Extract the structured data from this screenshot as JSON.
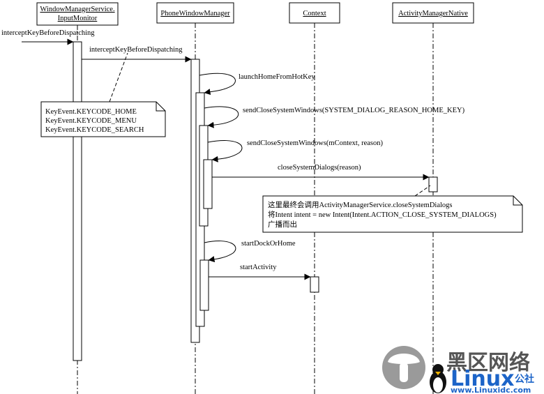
{
  "participants": [
    {
      "name_line1": "WindowManagerService.",
      "name_line2": "InputMonitor"
    },
    {
      "name_line1": "PhoneWindowManager"
    },
    {
      "name_line1": "Context"
    },
    {
      "name_line1": "ActivityManagerNative"
    }
  ],
  "messages": {
    "m1": "interceptKeyBeforeDispatching",
    "m2": "interceptKeyBeforeDispatching",
    "m3": "launchHomeFromHotKey",
    "m4": "sendCloseSystemWindows(SYSTEM_DIALOG_REASON_HOME_KEY)",
    "m5": "sendCloseSystemWindows(mContext, reason)",
    "m6": "closeSystemDialogs(reason)",
    "m7": "startDockOrHome",
    "m8": "startActivity"
  },
  "notes": {
    "keycodes": [
      "KeyEvent.KEYCODE_HOME",
      "KeyEvent.KEYCODE_MENU",
      "KeyEvent.KEYCODE_SEARCH"
    ],
    "broadcast": [
      "这里最终会调用ActivityManagerService.closeSystemDialogs",
      "将Intent intent = new Intent(Intent.ACTION_CLOSE_SYSTEM_DIALOGS)",
      "广播而出"
    ]
  },
  "watermark": {
    "brand_cn": "黑区网络",
    "brand_en": "Linux",
    "brand_cn_small": "公社",
    "site": "www.Linuxidc.com"
  }
}
